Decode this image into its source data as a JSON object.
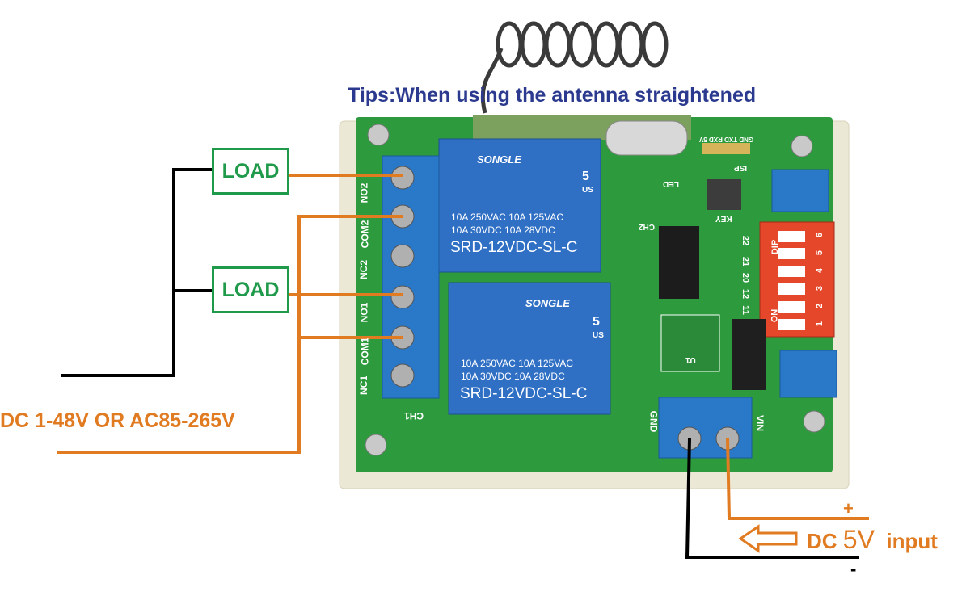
{
  "tips": "Tips:When using the antenna straightened",
  "loads": [
    "LOAD",
    "LOAD"
  ],
  "supply_label": "DC 1-48V OR AC85-265V",
  "power_input": {
    "prefix": "DC",
    "voltage": "5V",
    "suffix": "input",
    "plus": "+",
    "minus": "-"
  },
  "relays": [
    {
      "brand": "SONGLE",
      "rating1": "10A 250VAC  10A 125VAC",
      "rating2": "10A  30VDC  10A  28VDC",
      "model": "SRD-12VDC-SL-C",
      "num": "5",
      "us": "US"
    },
    {
      "brand": "SONGLE",
      "rating1": "10A 250VAC  10A 125VAC",
      "rating2": "10A  30VDC  10A  28VDC",
      "model": "SRD-12VDC-SL-C",
      "num": "5",
      "us": "US"
    }
  ],
  "terminal_labels": [
    "NO2",
    "COM2",
    "NC2",
    "NO1",
    "COM1",
    "NC1"
  ],
  "board_labels": {
    "ch1": "CH1",
    "ch2": "CH2",
    "gnd": "GND",
    "vin": "VIN",
    "led": "LED",
    "key": "KEY",
    "isp": "ISP",
    "dip": "DIP",
    "on": "ON",
    "u1": "U1",
    "dip_numbers": [
      "1",
      "2",
      "3",
      "4",
      "5",
      "6"
    ],
    "pin_nums": [
      "22",
      "21",
      "20",
      "12",
      "11"
    ],
    "header": "GND TXD RXD 5V"
  },
  "colors": {
    "annotation_orange": "#e07b22",
    "load_green": "#1f9a4b",
    "tips_blue": "#2b3a8f",
    "pcb_green": "#2e9a3e",
    "relay_blue": "#2f6fc4",
    "terminal_blue": "#2a78c8",
    "dip_red": "#e4472a"
  }
}
